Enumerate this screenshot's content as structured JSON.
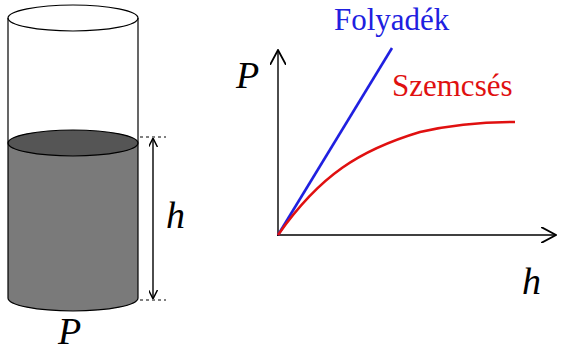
{
  "diagram": {
    "labels": [
      "h",
      "P",
      "P",
      "h",
      "Folyadék",
      "Szemcsés"
    ]
  }
}
